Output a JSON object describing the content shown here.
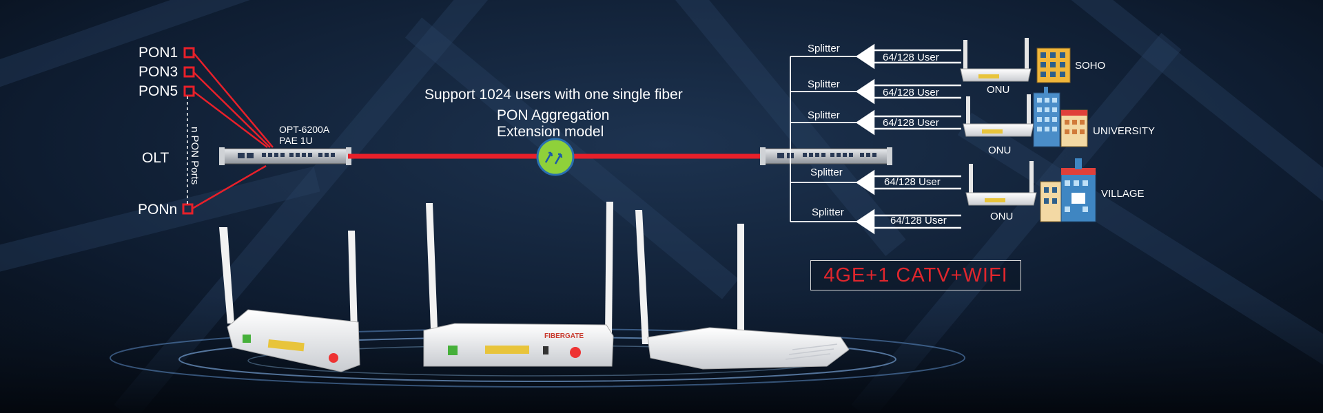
{
  "olt": {
    "pon_ports": [
      "PON1",
      "PON3",
      "PON5",
      "PONn"
    ],
    "n_pon_ports_label": "n PON Ports",
    "olt_label": "OLT",
    "device_model": "OPT-6200A",
    "device_spec": "PAE 1U"
  },
  "center": {
    "headline": "Support 1024 users with one single fiber",
    "subtitle_line1": "PON Aggregation",
    "subtitle_line2": "Extension model"
  },
  "splitters": [
    {
      "label": "Splitter",
      "users": "64/128 User"
    },
    {
      "label": "Splitter",
      "users": "64/128 User"
    },
    {
      "label": "Splitter",
      "users": "64/128 User"
    },
    {
      "label": "Splitter",
      "users": "64/128 User"
    },
    {
      "label": "Splitter",
      "users": "64/128 User"
    }
  ],
  "onu_labels": [
    "ONU",
    "ONU",
    "ONU"
  ],
  "buildings": [
    "SOHO",
    "UNIVERSITY",
    "VILLAGE"
  ],
  "catv_badge": "4GE+1 CATV+WIFI",
  "router_logo_text": "FIBERGATE",
  "colors": {
    "fiber_red": "#e8202a",
    "accent_green": "#8fd13a",
    "background": "#0b1626"
  }
}
